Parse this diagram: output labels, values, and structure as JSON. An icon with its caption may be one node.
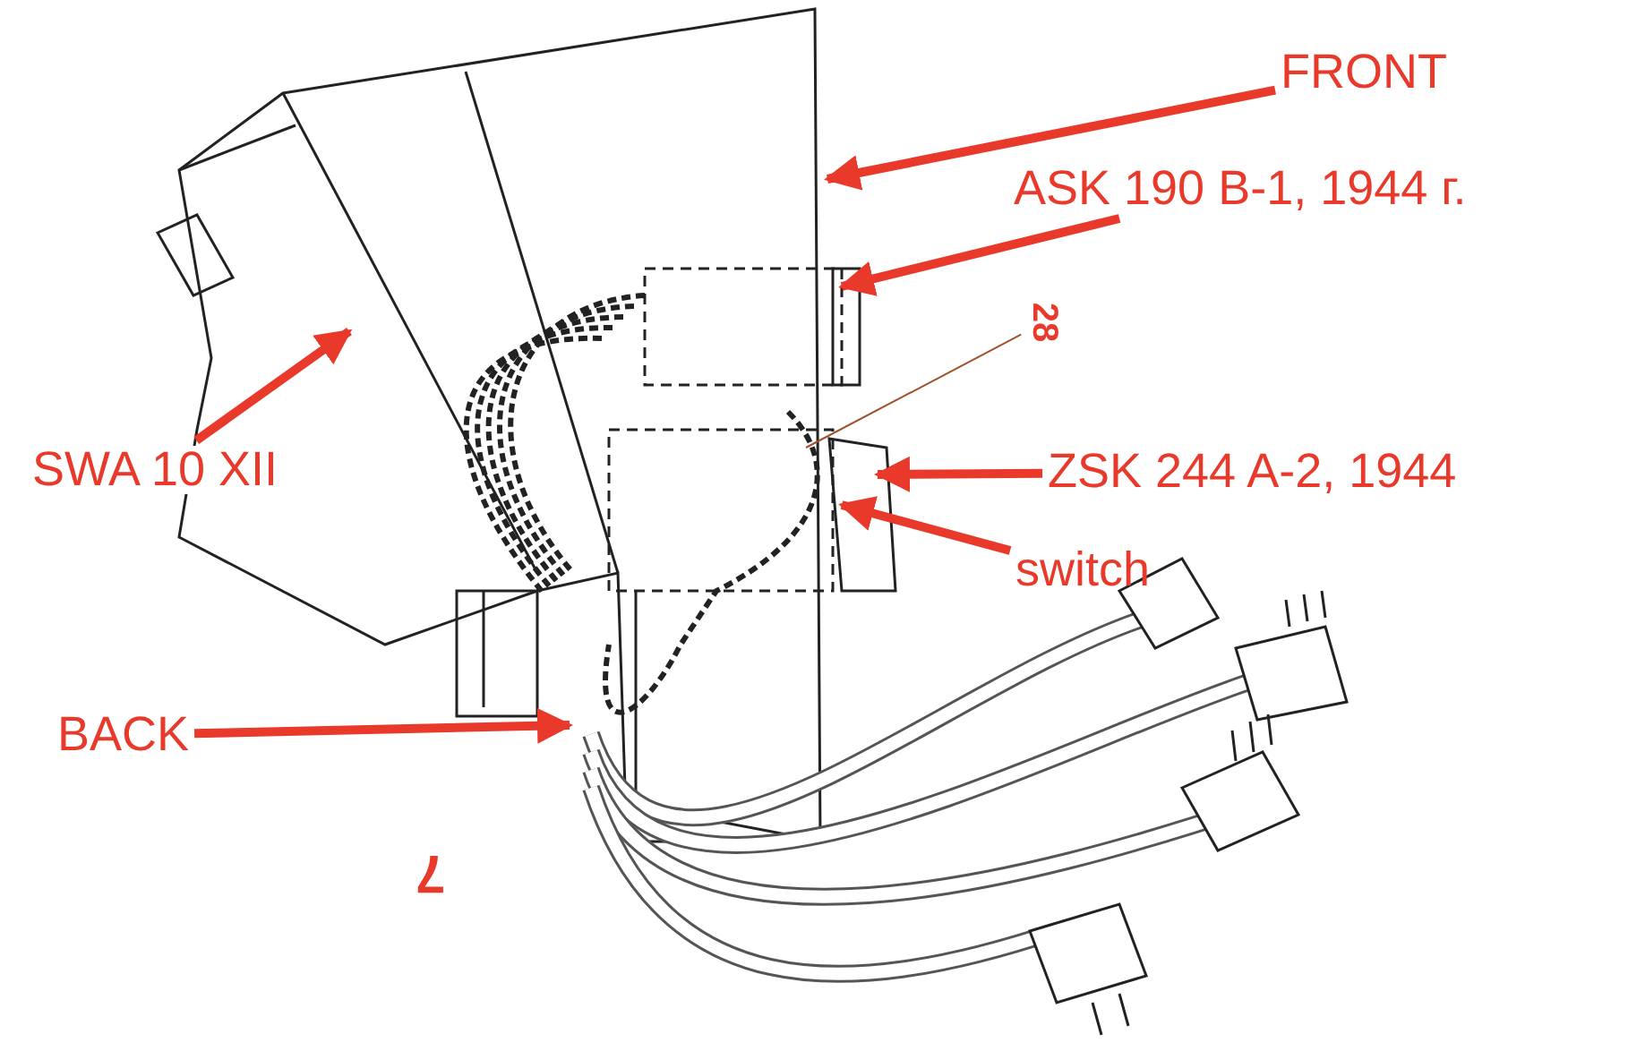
{
  "diagram": {
    "nodes": [
      {
        "text": [
          "FRONT"
        ]
      },
      {
        "text": [
          "ASK 190 B-1, 1944 г."
        ]
      },
      {
        "text": [
          "SWA 10 XII"
        ]
      },
      {
        "text": [
          "ZSK 244 A-2, 1944"
        ]
      },
      {
        "text": [
          "switch"
        ]
      },
      {
        "text": [
          "BACK"
        ]
      },
      {
        "text": [
          "28"
        ]
      }
    ],
    "edges": [
      {
        "from": 0,
        "to": null,
        "arrow": "to"
      },
      {
        "from": 1,
        "to": null,
        "arrow": "to"
      },
      {
        "from": 2,
        "to": null,
        "arrow": "to"
      },
      {
        "from": 3,
        "to": null,
        "arrow": "to"
      },
      {
        "from": 4,
        "to": null,
        "arrow": "to"
      },
      {
        "from": 5,
        "to": null,
        "arrow": "to"
      },
      {
        "from": 6,
        "to": null,
        "arrow": "none",
        "color": "#a0522d"
      }
    ],
    "labels": [
      "7"
    ]
  }
}
